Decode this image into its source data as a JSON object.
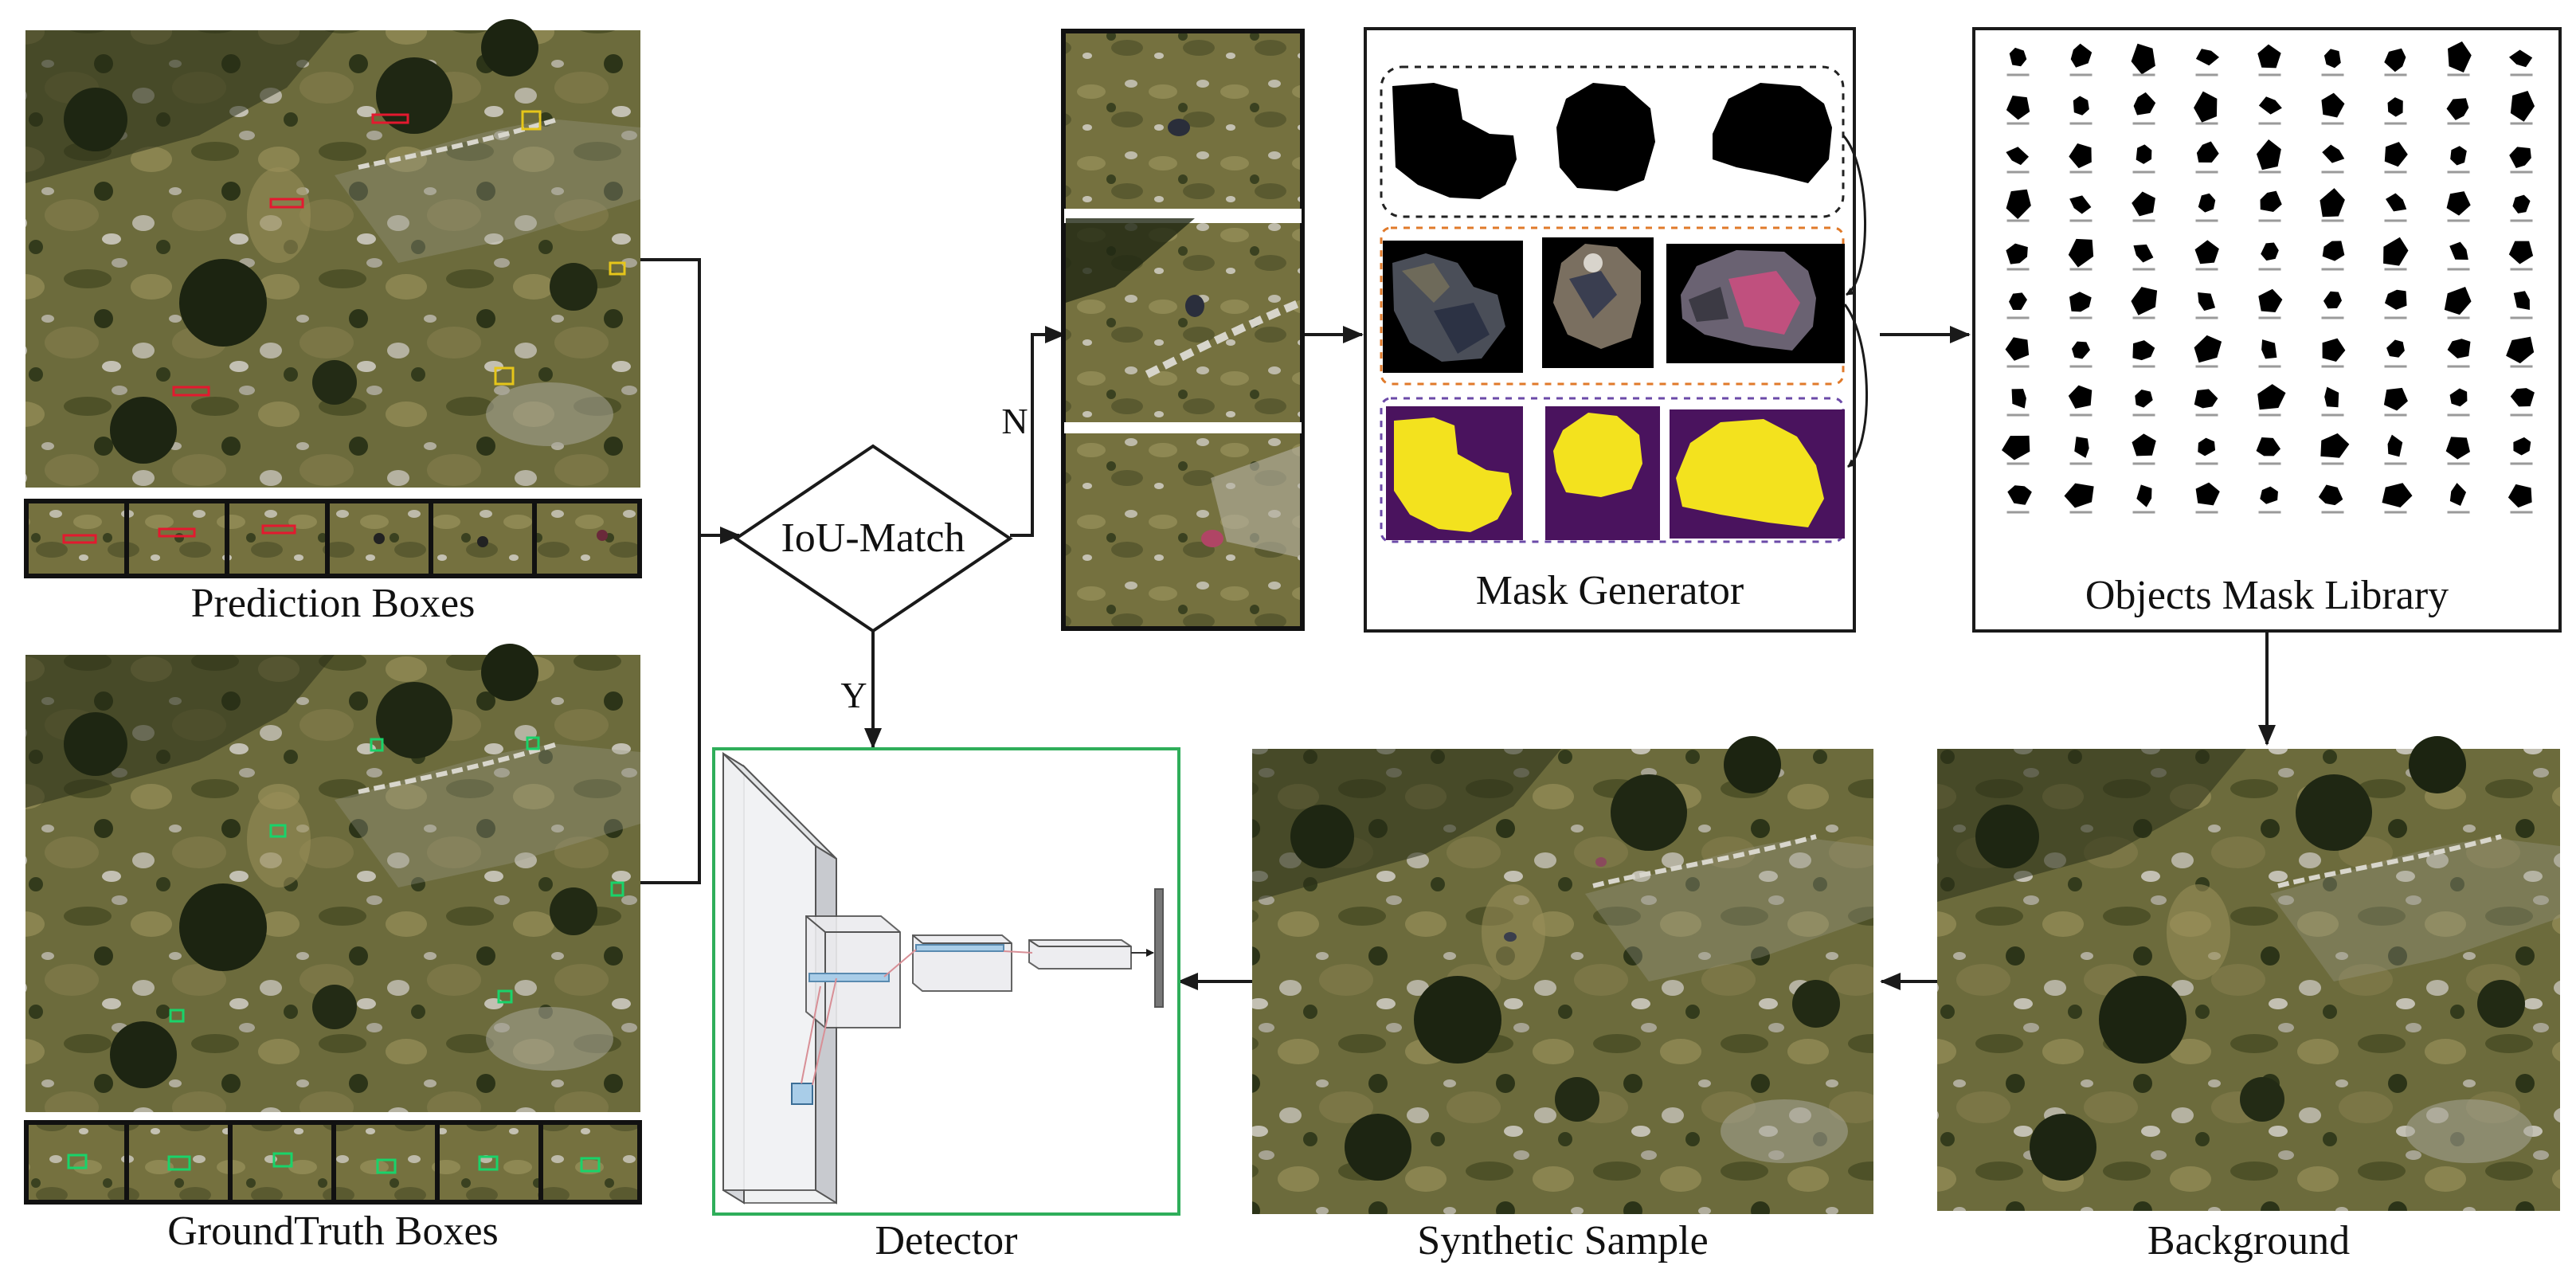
{
  "labels": {
    "prediction_boxes": "Prediction Boxes",
    "groundtruth_boxes": "GroundTruth Boxes",
    "iou_match": "IoU-Match",
    "branch_no": "N",
    "branch_yes": "Y",
    "mask_generator": "Mask Generator",
    "objects_mask_library": "Objects Mask Library",
    "detector": "Detector",
    "synthetic_sample": "Synthetic Sample",
    "background": "Background"
  },
  "colors": {
    "terrain": "#6b6a3a",
    "terrain_dark": "#3a3e22",
    "tree": "#1d2612",
    "rock": "#b9b8ad",
    "prediction_box": "#e3192f",
    "groundtruth_box": "#19d36a",
    "yellow_box": "#e6c61a",
    "detector_border": "#2fae5a",
    "mask_purple": "#4a135e",
    "mask_yellow": "#f3e21e",
    "dash_black": "#222222",
    "dash_orange": "#e07a2a",
    "dash_purple": "#6b4aa8",
    "arrow": "#1a1a1a"
  }
}
